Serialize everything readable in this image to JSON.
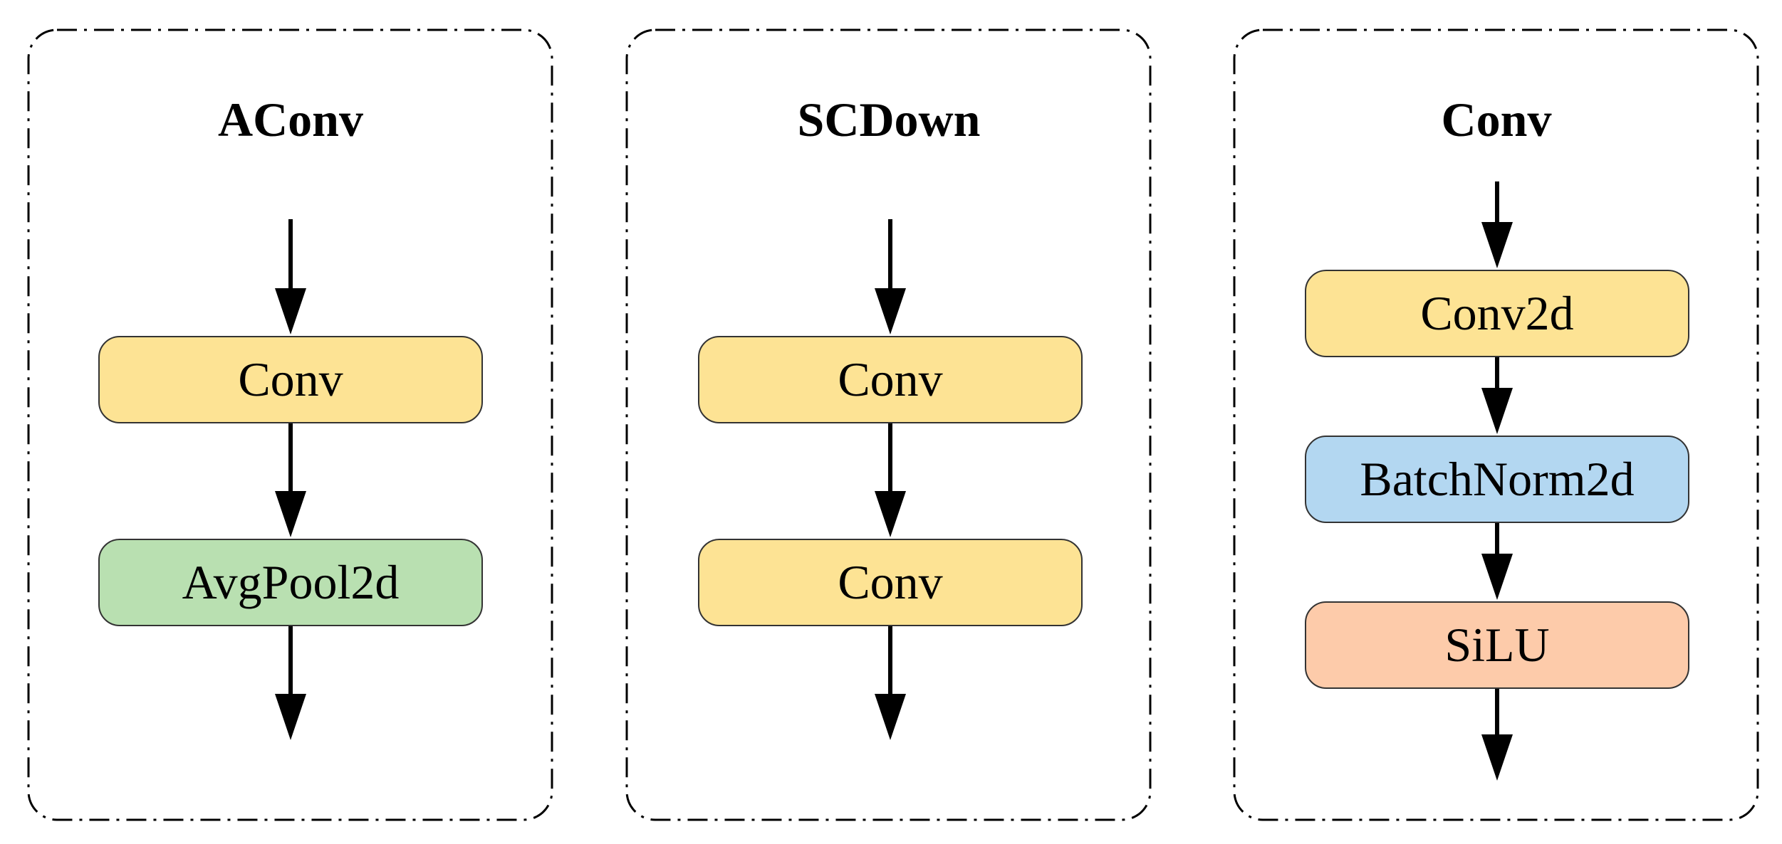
{
  "panels": [
    {
      "title": "AConv",
      "blocks": [
        {
          "label": "Conv",
          "color": "#fde394"
        },
        {
          "label": "AvgPool2d",
          "color": "#b9e0b1"
        }
      ]
    },
    {
      "title": "SCDown",
      "blocks": [
        {
          "label": "Conv",
          "color": "#fde394"
        },
        {
          "label": "Conv",
          "color": "#fde394"
        }
      ]
    },
    {
      "title": "Conv",
      "blocks": [
        {
          "label": "Conv2d",
          "color": "#fde394"
        },
        {
          "label": "BatchNorm2d",
          "color": "#b3d7f1"
        },
        {
          "label": "SiLU",
          "color": "#fdcbaa"
        }
      ]
    }
  ]
}
